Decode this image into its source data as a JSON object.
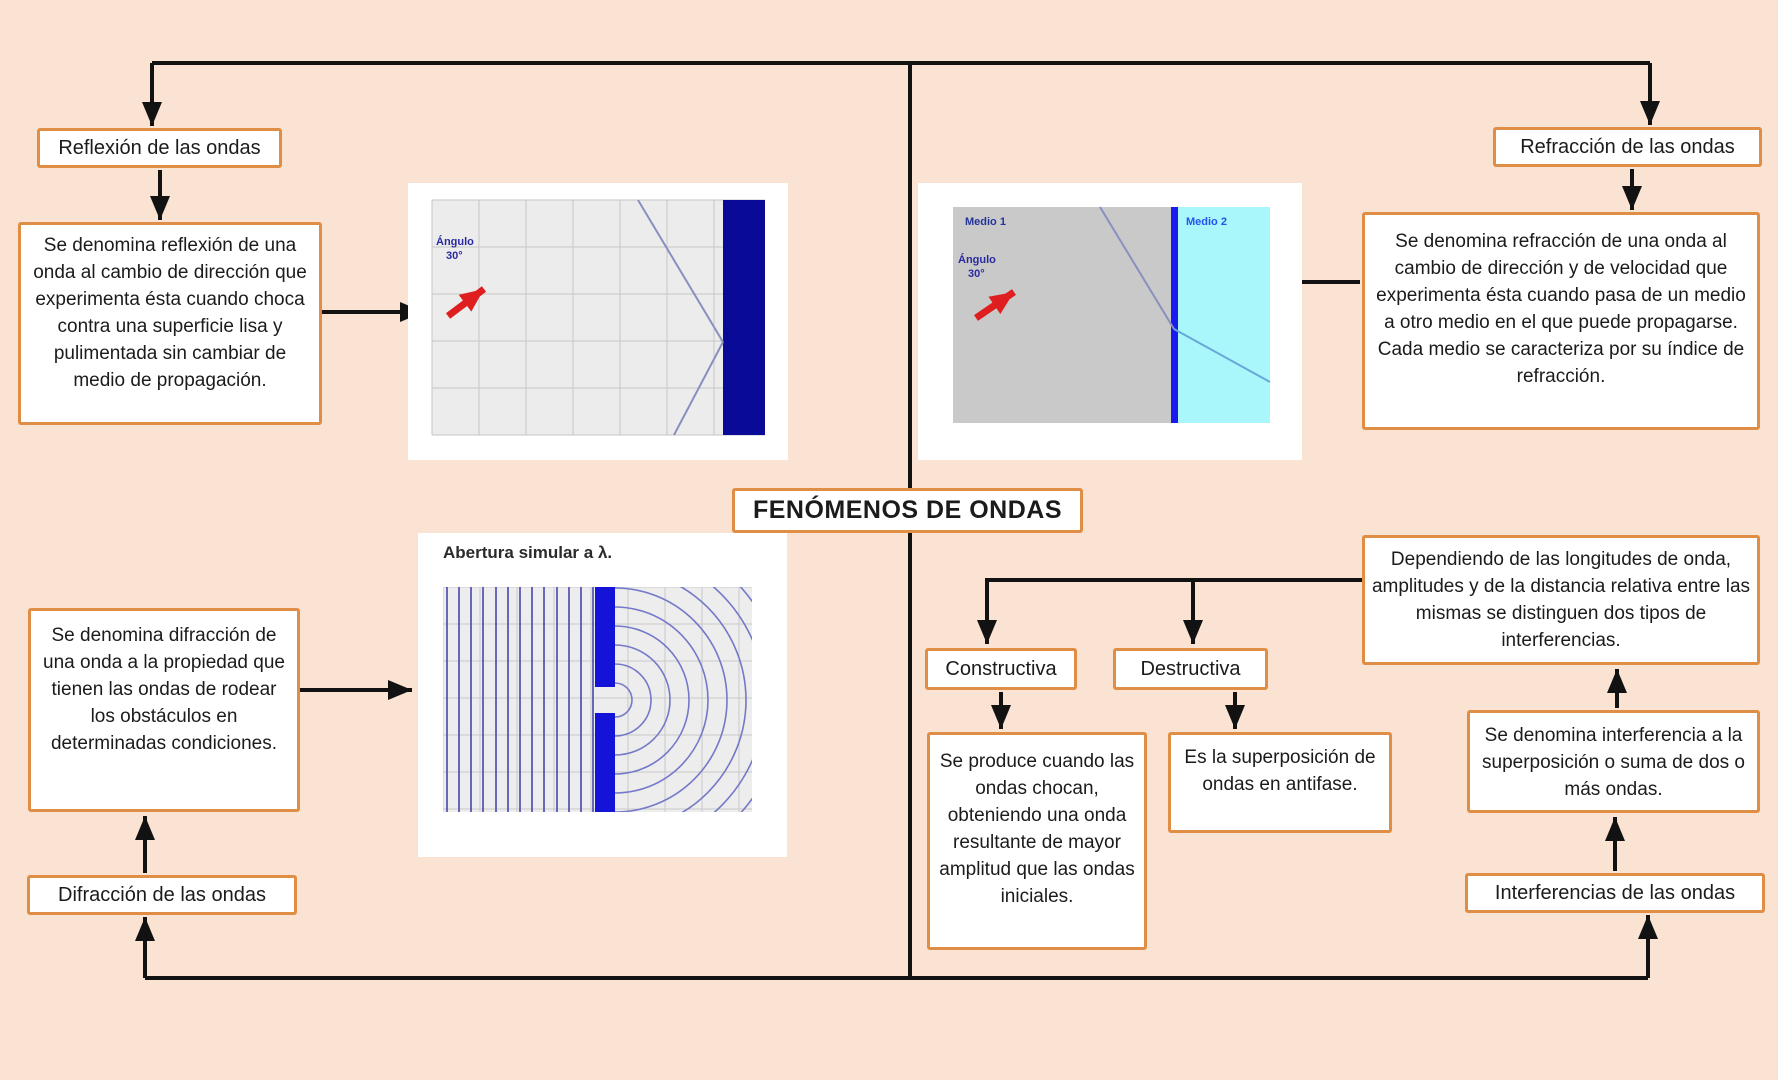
{
  "colors": {
    "background": "#FAE3D3",
    "accent": "#E08E45",
    "line": "#121212",
    "box_fill": "#FFFFFF",
    "text": "#1B1B1B"
  },
  "center": {
    "title": "FENÓMENOS DE ONDAS"
  },
  "reflexion": {
    "label": "Reflexión de las ondas",
    "description": "Se denomina reflexión de una onda al cambio de dirección que experimenta ésta cuando choca contra una superficie lisa y pulimentada sin cambiar de medio de propagación."
  },
  "refraccion": {
    "label": "Refracción de las ondas",
    "description": "Se denomina refracción de una onda al cambio de dirección y de velocidad que experimenta ésta cuando pasa de un medio a otro medio en el que puede propagarse. Cada medio se caracteriza por su índice de refracción."
  },
  "difraccion": {
    "label": "Difracción de las ondas",
    "description": "Se denomina difracción de una onda a la propiedad que tienen las ondas de rodear los obstáculos en determinadas condiciones."
  },
  "interferencias": {
    "label": "Interferencias de las ondas",
    "definition": "Se denomina interferencia a la superposición o suma de dos o más ondas.",
    "types_note": "Dependiendo de las longitudes de onda, amplitudes y de la distancia relativa entre las mismas se distinguen dos tipos de interferencias.",
    "constructiva": {
      "label": "Constructiva",
      "description": "Se produce cuando las ondas chocan, obteniendo una onda resultante de mayor amplitud que las ondas iniciales."
    },
    "destructiva": {
      "label": "Destructiva",
      "description": "Es la superposición de ondas en antifase."
    }
  },
  "figures": {
    "reflexion": {
      "angle_label": "Ángulo",
      "angle_value": "30°"
    },
    "refraccion": {
      "medio1": "Medio 1",
      "medio2": "Medio 2",
      "angle_label": "Ángulo",
      "angle_value": "30°"
    },
    "difraccion": {
      "caption": "Abertura simular a λ."
    },
    "palette": {
      "navy_bar": "#0A0A99",
      "divider_blue": "#1A1AEE",
      "medium2_cyan": "#A9F6FB",
      "barrier_blue": "#1414D8",
      "wave_blue": "#4747AD",
      "ray_slate": "#8890C0",
      "arrow_red": "#DF1F1F",
      "plot_gray": "#ECECEC",
      "medium1_gray": "#C9C9C9"
    }
  }
}
